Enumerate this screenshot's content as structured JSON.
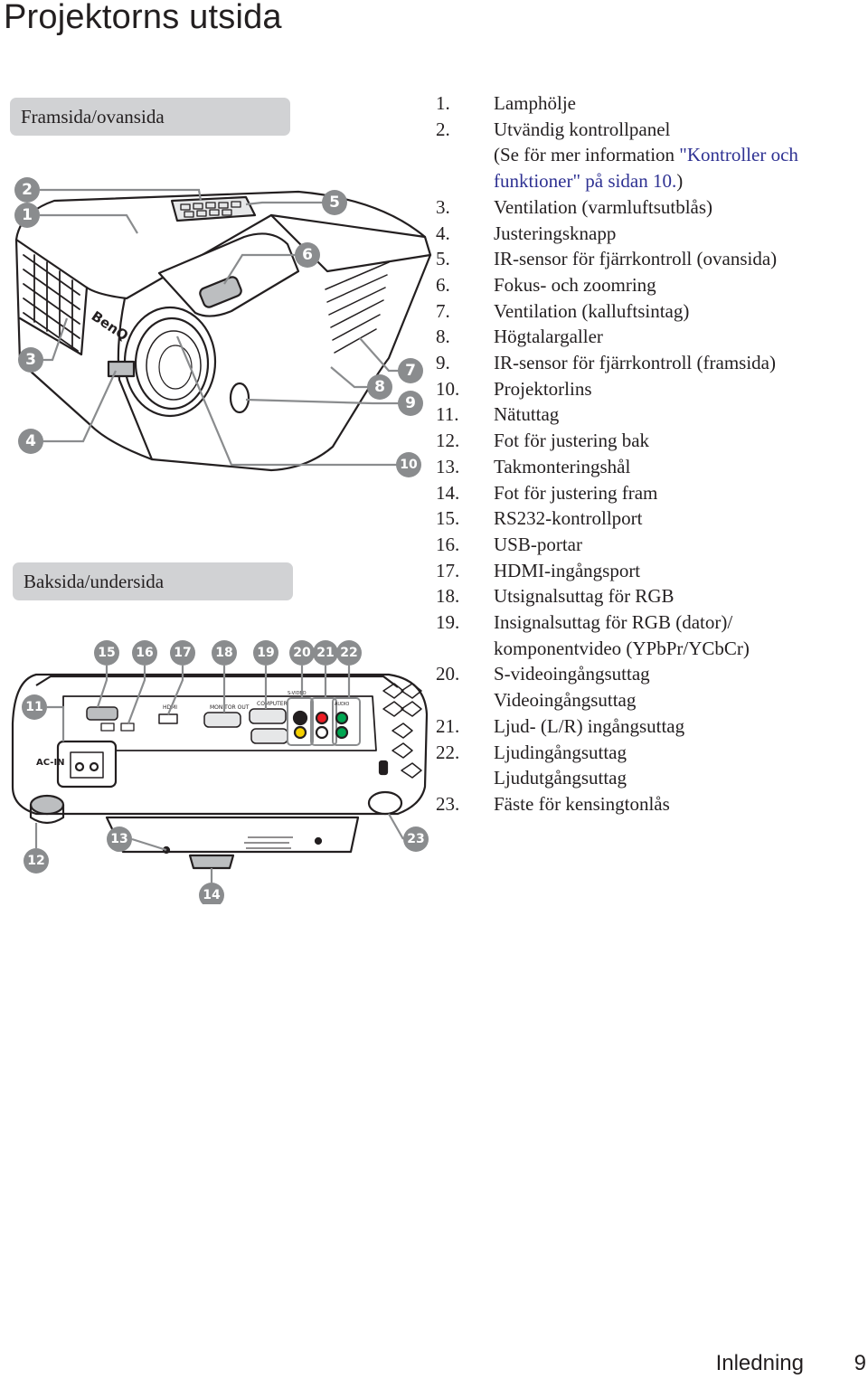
{
  "page": {
    "title": "Projektorns utsida",
    "sections": {
      "front": "Framsida/ovansida",
      "back": "Baksida/undersida"
    },
    "parts": [
      {
        "num": "1.",
        "text": "Lamphölje"
      },
      {
        "num": "2.",
        "text": "Utvändig kontrollpanel",
        "sub_pre": "(Se för mer information ",
        "sub_link": "\"Kontroller och funktioner\" på sidan 10.",
        "sub_post": ")"
      },
      {
        "num": "3.",
        "text": "Ventilation (varmluftsutblås)"
      },
      {
        "num": "4.",
        "text": "Justeringsknapp"
      },
      {
        "num": "5.",
        "text": "IR-sensor för fjärrkontroll (ovansida)"
      },
      {
        "num": "6.",
        "text": "Fokus- och zoomring"
      },
      {
        "num": "7.",
        "text": "Ventilation (kalluftsintag)"
      },
      {
        "num": "8.",
        "text": "Högtalargaller"
      },
      {
        "num": "9.",
        "text": "IR-sensor för fjärrkontroll (framsida)"
      },
      {
        "num": "10.",
        "text": "Projektorlins"
      },
      {
        "num": "11.",
        "text": "Nätuttag"
      },
      {
        "num": "12.",
        "text": "Fot för justering bak"
      },
      {
        "num": "13.",
        "text": "Takmonteringshål"
      },
      {
        "num": "14.",
        "text": "Fot för justering fram"
      },
      {
        "num": "15.",
        "text": "RS232-kontrollport"
      },
      {
        "num": "16.",
        "text": "USB-portar"
      },
      {
        "num": "17.",
        "text": "HDMI-ingångsport"
      },
      {
        "num": "18.",
        "text": "Utsignalsuttag för RGB"
      },
      {
        "num": "19.",
        "text": "Insignalsuttag för RGB (dator)/",
        "line2": "komponentvideo (YPbPr/YCbCr)"
      },
      {
        "num": "20.",
        "text": "S-videoingångsuttag",
        "line2": "Videoingångsuttag"
      },
      {
        "num": "21.",
        "text": "Ljud- (L/R) ingångsuttag"
      },
      {
        "num": "22.",
        "text": "Ljudingångsuttag",
        "line2": "Ljudutgångsuttag"
      },
      {
        "num": "23.",
        "text": "Fäste för kensingtonlås"
      }
    ],
    "figure_front": {
      "brand": "BenQ",
      "callouts": [
        "1",
        "2",
        "3",
        "4",
        "5",
        "6",
        "7",
        "8",
        "9",
        "10"
      ]
    },
    "figure_back": {
      "panel_labels": [
        "AC-IN",
        "HDMI",
        "MONITOR OUT",
        "COMPUTER",
        "S-VIDEO",
        "AUDIO"
      ],
      "callouts": [
        "11",
        "12",
        "13",
        "14",
        "15",
        "16",
        "17",
        "18",
        "19",
        "20",
        "21",
        "22",
        "23"
      ]
    },
    "footer": {
      "section": "Inledning",
      "page_number": "9"
    },
    "colors": {
      "section_bar": "#d1d2d4",
      "callout_circle": "#8a8c8e",
      "link": "#2e3192"
    }
  }
}
